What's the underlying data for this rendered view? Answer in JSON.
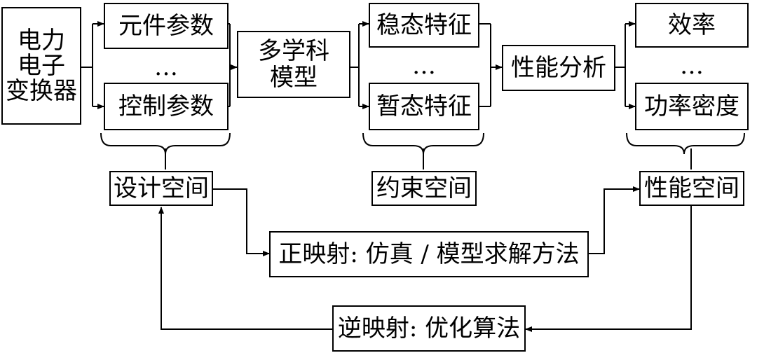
{
  "converter": "电力\n电子\n变换器",
  "design_params": {
    "component": "元件参数",
    "dots": "…",
    "control": "控制参数"
  },
  "model": "多学科\n模型",
  "features": {
    "steady": "稳态特征",
    "dots": "…",
    "transient": "暂态特征"
  },
  "analysis": "性能分析",
  "performance": {
    "efficiency": "效率",
    "dots": "…",
    "density": "功率密度"
  },
  "spaces": {
    "design": "设计空间",
    "constraint": "约束空间",
    "performance": "性能空间"
  },
  "forward_mapping": "正映射: 仿真 / 模型求解方法",
  "inverse_mapping": "逆映射: 优化算法"
}
